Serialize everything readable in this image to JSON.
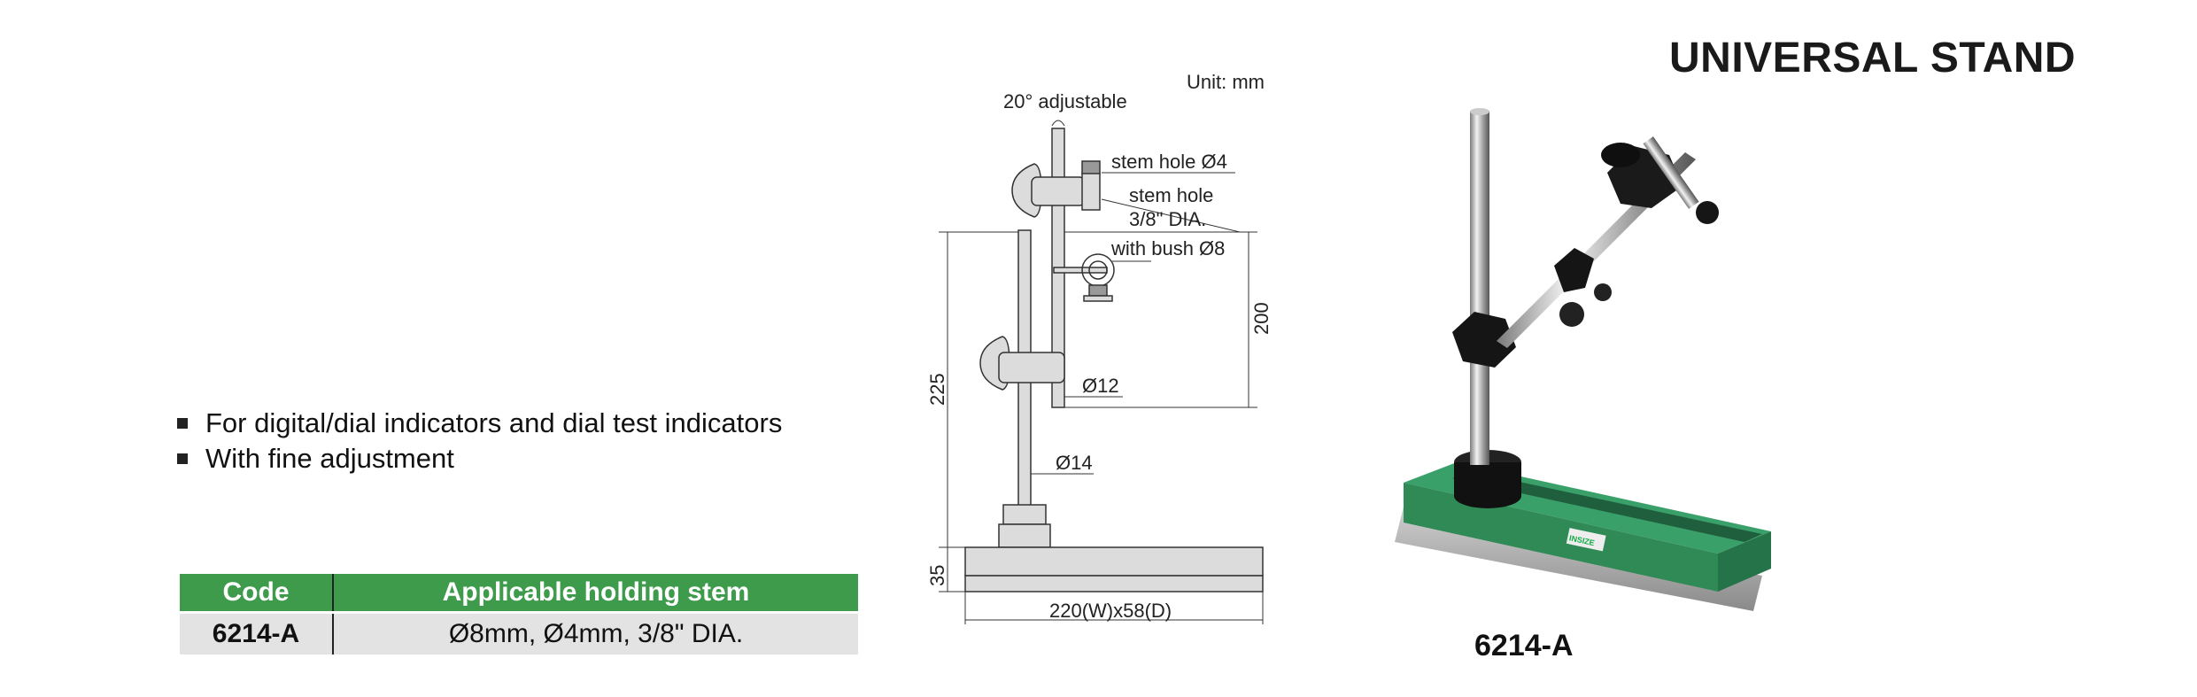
{
  "page": {
    "title": "UNIVERSAL STAND"
  },
  "features": [
    "For digital/dial indicators and dial test indicators",
    "With fine adjustment"
  ],
  "spec_table": {
    "headers": [
      "Code",
      "Applicable holding stem"
    ],
    "rows": [
      [
        "6214-A",
        "Ø8mm, Ø4mm, 3/8\" DIA."
      ]
    ]
  },
  "drawing": {
    "unit": "Unit: mm",
    "angle_label": "20° adjustable",
    "stem_hole_4": "stem hole Ø4",
    "stem_hole_38_line1": "stem hole",
    "stem_hole_38_line2": "3/8\" DIA.",
    "bush_label": "with bush Ø8",
    "dim_200": "200",
    "dim_225": "225",
    "dim_12": "Ø12",
    "dim_14": "Ø14",
    "dim_35": "35",
    "base_dim": "220(W)x58(D)"
  },
  "photo": {
    "caption": "6214-A",
    "logo_text": "INSIZE"
  },
  "colors": {
    "header_green": "#3f9b4c",
    "row_gray": "#e3e3e3",
    "base_green": "#2f8a55"
  }
}
